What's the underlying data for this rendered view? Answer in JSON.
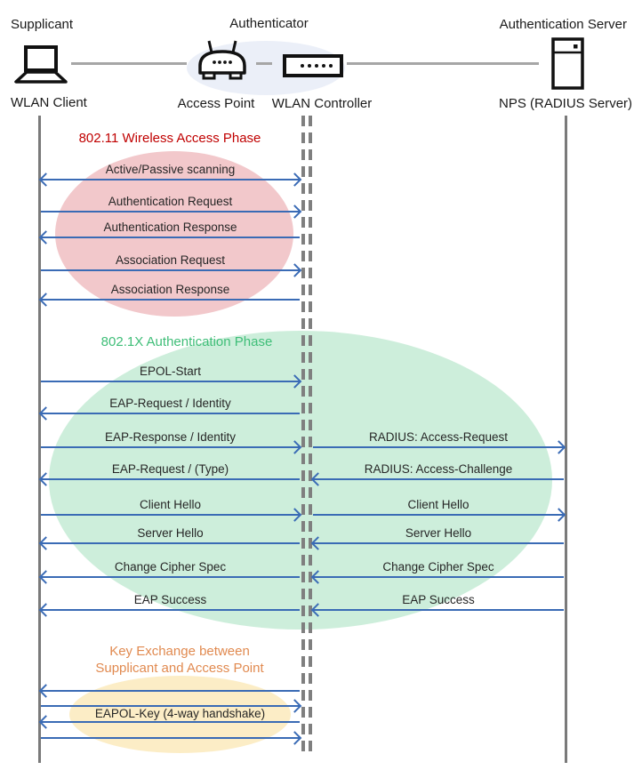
{
  "header": {
    "roles": [
      {
        "label": "Supplicant"
      },
      {
        "label": "Authenticator"
      },
      {
        "label": "Authentication Server"
      }
    ],
    "devices": [
      {
        "label": "WLAN Client",
        "icon": "laptop-icon"
      },
      {
        "label": "Access Point",
        "icon": "access-point-icon"
      },
      {
        "label": "WLAN Controller",
        "icon": "wlan-controller-icon"
      },
      {
        "label": "NPS (RADIUS Server)",
        "icon": "server-icon"
      }
    ]
  },
  "colors": {
    "arrow_blue": "#3a6bb5",
    "lifeline_gray": "#7a7a7a",
    "phase1_text": "#c00000",
    "phase1_fill": "#f2c8cb",
    "phase2_text": "#3fbe78",
    "phase2_fill": "#cdeedb",
    "phase3_text": "#e18a50",
    "phase3_fill": "#fcedc6",
    "authenticator_fill": "#ebeff8"
  },
  "sequence": {
    "phase1": {
      "title": "802.11 Wireless Access Phase",
      "messages": [
        {
          "label": "Active/Passive scanning",
          "direction": "both"
        },
        {
          "label": "Authentication Request",
          "direction": "right"
        },
        {
          "label": "Authentication Response",
          "direction": "left"
        },
        {
          "label": "Association Request",
          "direction": "right"
        },
        {
          "label": "Association Response",
          "direction": "left"
        }
      ]
    },
    "phase2": {
      "title": "802.1X Authentication Phase",
      "left_messages": [
        {
          "label": "EPOL-Start",
          "direction": "right"
        },
        {
          "label": "EAP-Request / Identity",
          "direction": "left"
        },
        {
          "label": "EAP-Response / Identity",
          "direction": "right"
        },
        {
          "label": "EAP-Request / (Type)",
          "direction": "left"
        },
        {
          "label": "Client Hello",
          "direction": "right"
        },
        {
          "label": "Server Hello",
          "direction": "left"
        },
        {
          "label": "Change Cipher Spec",
          "direction": "left"
        },
        {
          "label": "EAP Success",
          "direction": "left"
        }
      ],
      "right_messages": [
        {
          "label": "RADIUS: Access-Request",
          "direction": "right"
        },
        {
          "label": "RADIUS: Access-Challenge",
          "direction": "left"
        },
        {
          "label": "Client Hello",
          "direction": "right"
        },
        {
          "label": "Server Hello",
          "direction": "left"
        },
        {
          "label": "Change Cipher Spec",
          "direction": "left"
        },
        {
          "label": "EAP Success",
          "direction": "left"
        }
      ]
    },
    "phase3": {
      "title_line1": "Key Exchange between",
      "title_line2": "Supplicant and Access Point",
      "label": "EAPOL-Key (4-way handshake)",
      "arrows": [
        {
          "direction": "left"
        },
        {
          "direction": "right"
        },
        {
          "direction": "left"
        },
        {
          "direction": "right"
        }
      ]
    }
  }
}
